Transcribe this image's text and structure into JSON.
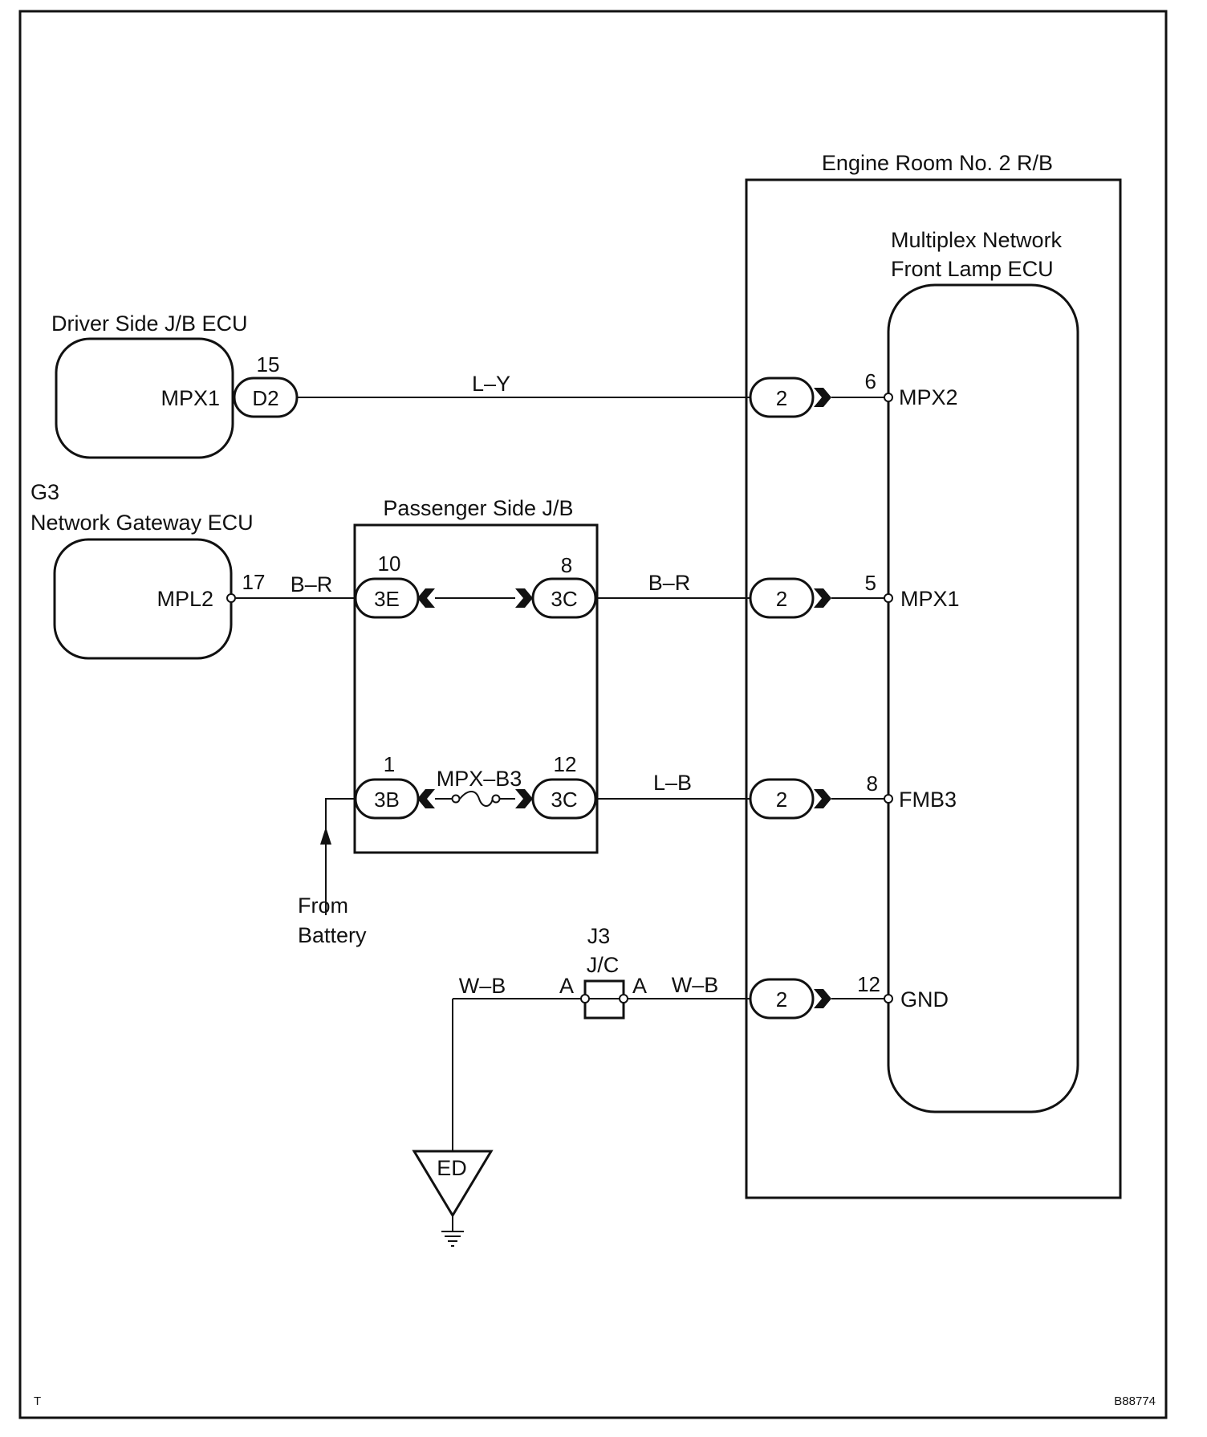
{
  "engine_room_rb": {
    "label": "Engine Room No. 2 R/B",
    "ecu_label_1": "Multiplex Network",
    "ecu_label_2": "Front Lamp ECU",
    "connector_label": "2",
    "pins": [
      {
        "num": "6",
        "name": "MPX2"
      },
      {
        "num": "5",
        "name": "MPX1"
      },
      {
        "num": "8",
        "name": "FMB3"
      },
      {
        "num": "12",
        "name": "GND"
      }
    ]
  },
  "driver_jb": {
    "label": "Driver Side J/B ECU",
    "terminal": "MPX1",
    "pin": "15",
    "connector": "D2",
    "wire": "L–Y"
  },
  "gateway": {
    "code": "G3",
    "label": "Network Gateway ECU",
    "terminal": "MPL2",
    "pin": "17",
    "wire": "B–R"
  },
  "passenger_jb": {
    "label": "Passenger Side J/B",
    "c1": {
      "pin": "10",
      "conn": "3E"
    },
    "c2": {
      "pin": "8",
      "conn": "3C"
    },
    "c3": {
      "pin": "1",
      "conn": "3B"
    },
    "c4": {
      "pin": "12",
      "conn": "3C"
    },
    "fuse": "MPX–B3",
    "wire_upper": "B–R",
    "wire_lower": "L–B"
  },
  "battery": {
    "line1": "From",
    "line2": "Battery"
  },
  "junction": {
    "code": "J3",
    "label": "J/C",
    "left_pin": "A",
    "right_pin": "A",
    "wire_left": "W–B",
    "wire_right": "W–B"
  },
  "ground": {
    "label": "ED"
  },
  "footer": {
    "left": "T",
    "right": "B88774"
  }
}
